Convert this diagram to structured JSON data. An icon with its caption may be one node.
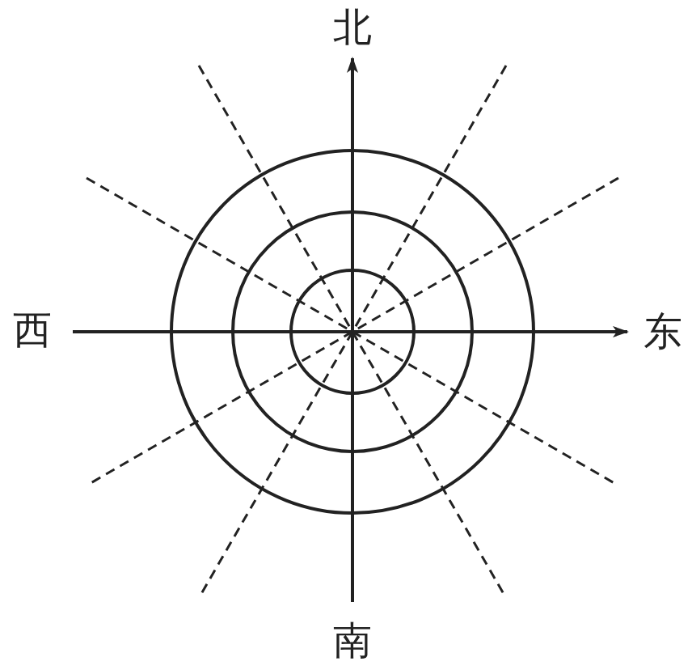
{
  "diagram": {
    "labels": [
      "北",
      "西",
      "东",
      "南"
    ]
  }
}
